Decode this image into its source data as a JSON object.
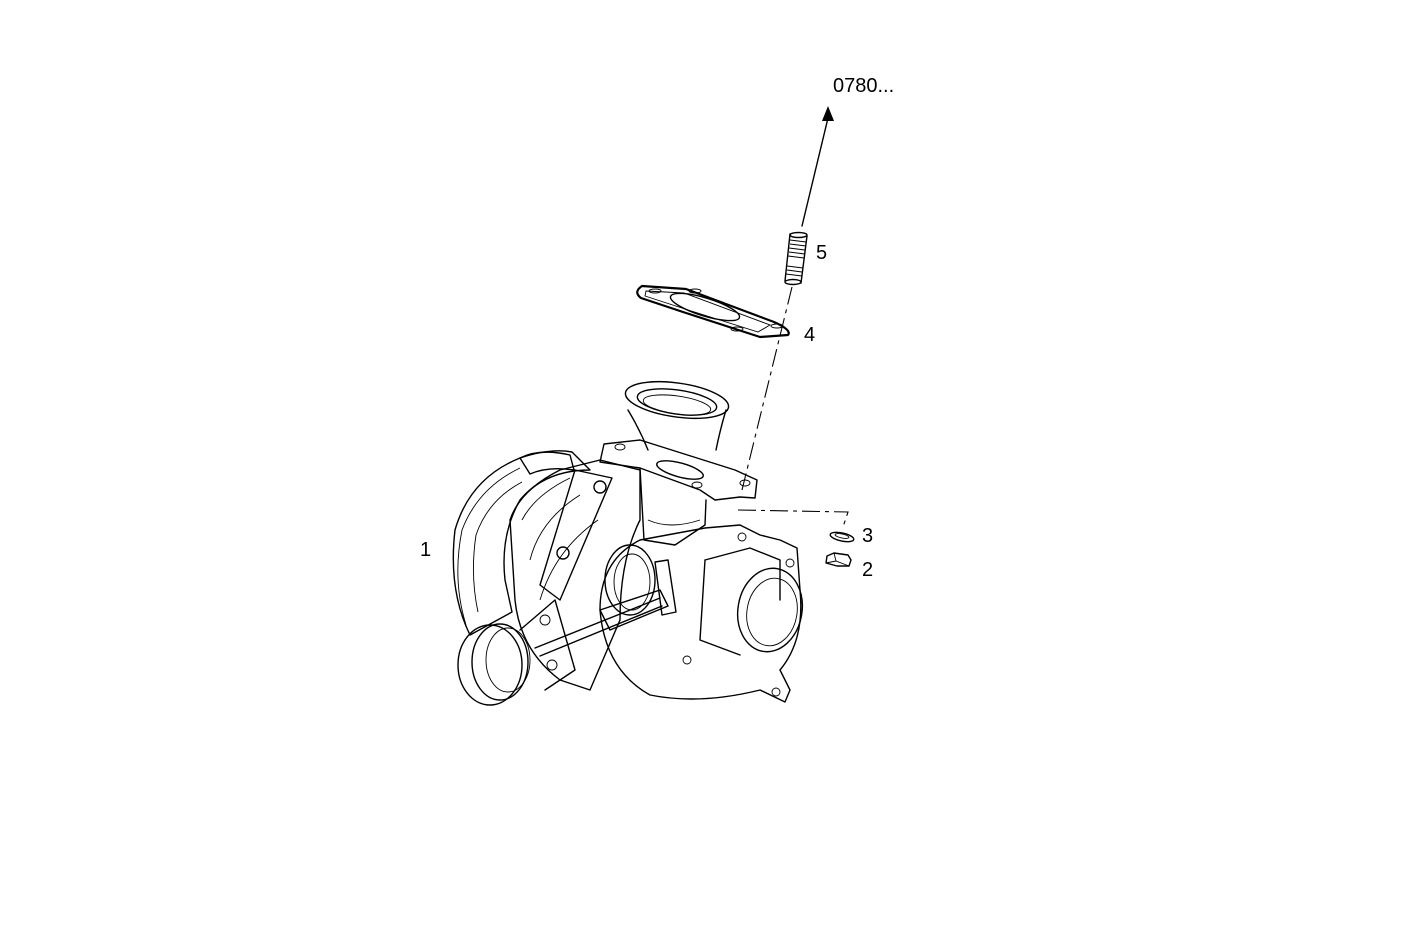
{
  "diagram": {
    "type": "exploded-parts-diagram",
    "subject": "turbocharger assembly",
    "reference_link": {
      "label": "0780...",
      "direction": "arrow-up"
    },
    "callouts": [
      {
        "id": "1",
        "label": "1",
        "part": "turbocharger"
      },
      {
        "id": "2",
        "label": "2",
        "part": "nut"
      },
      {
        "id": "3",
        "label": "3",
        "part": "washer"
      },
      {
        "id": "4",
        "label": "4",
        "part": "gasket"
      },
      {
        "id": "5",
        "label": "5",
        "part": "stud"
      }
    ]
  }
}
